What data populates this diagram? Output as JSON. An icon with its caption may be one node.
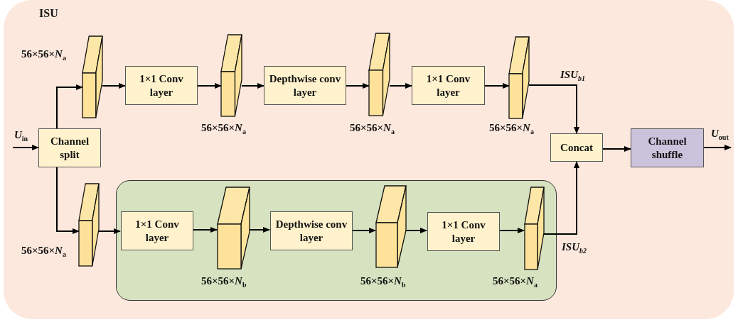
{
  "diagram": {
    "nodes": [
      {
        "text": [
          "ISU"
        ]
      },
      {
        "text": [
          "Channel split"
        ],
        "in": 0
      },
      {
        "text": [],
        "shape": "cuboid",
        "in": 0,
        "beside": [
          "56×56×*N*$_{a}$"
        ]
      },
      {
        "text": [
          "1×1 Conv layer"
        ],
        "in": 0
      },
      {
        "text": [],
        "shape": "cuboid",
        "in": 0,
        "beside": [
          "56×56×*N*$_{a}$"
        ]
      },
      {
        "text": [
          "Depthwise conv layer"
        ],
        "in": 0
      },
      {
        "text": [],
        "shape": "cuboid",
        "in": 0,
        "beside": [
          "56×56×*N*$_{a}$"
        ]
      },
      {
        "text": [
          "1×1 Conv layer"
        ],
        "in": 0
      },
      {
        "text": [],
        "shape": "cuboid",
        "in": 0,
        "beside": [
          "56×56×*N*$_{a}$"
        ]
      },
      {
        "text": [
          "Concat"
        ],
        "in": 0
      },
      {
        "text": [
          "Channel shuffle"
        ],
        "in": 0
      },
      {
        "text": [],
        "shape": "cuboid",
        "in": 0,
        "beside": [
          "56×56×*N*$_{a}$"
        ]
      },
      {
        "text": [],
        "shape": "box",
        "in": 0
      },
      {
        "text": [
          "1×1 Conv layer"
        ],
        "in": 12
      },
      {
        "text": [],
        "shape": "cuboid",
        "in": 12,
        "beside": [
          "56×56×*N*$_{b}$"
        ]
      },
      {
        "text": [
          "Depthwise conv layer"
        ],
        "in": 12
      },
      {
        "text": [],
        "shape": "cuboid",
        "in": 12,
        "beside": [
          "56×56×*N*$_{b}$"
        ]
      },
      {
        "text": [
          "1×1 Conv layer"
        ],
        "in": 12
      },
      {
        "text": [],
        "shape": "cuboid",
        "in": 12,
        "beside": [
          "56×56×*N*$_{a}$"
        ]
      }
    ],
    "edges": [
      {
        "from": null,
        "to": 1,
        "arrow": "to",
        "label": "*U*$_{in}$"
      },
      {
        "from": 1,
        "to": 2,
        "arrow": "to"
      },
      {
        "from": 2,
        "to": 3,
        "arrow": "to"
      },
      {
        "from": 3,
        "to": 4,
        "arrow": "to"
      },
      {
        "from": 4,
        "to": 5,
        "arrow": "to"
      },
      {
        "from": 5,
        "to": 6,
        "arrow": "to"
      },
      {
        "from": 6,
        "to": 7,
        "arrow": "to"
      },
      {
        "from": 7,
        "to": 8,
        "arrow": "to"
      },
      {
        "from": 8,
        "to": 9,
        "arrow": "to",
        "label": "*ISU*$_{b1}$"
      },
      {
        "from": 9,
        "to": 10,
        "arrow": "to"
      },
      {
        "from": 10,
        "to": null,
        "arrow": "to",
        "label": "*U*$_{out}$"
      },
      {
        "from": 1,
        "to": 11,
        "arrow": "to"
      },
      {
        "from": 11,
        "to": 13,
        "arrow": "to"
      },
      {
        "from": 13,
        "to": 14,
        "arrow": "to"
      },
      {
        "from": 14,
        "to": 15,
        "arrow": "to"
      },
      {
        "from": 15,
        "to": 16,
        "arrow": "to"
      },
      {
        "from": 16,
        "to": 17,
        "arrow": "to"
      },
      {
        "from": 17,
        "to": 18,
        "arrow": "to"
      },
      {
        "from": 18,
        "to": 9,
        "arrow": "to",
        "label": "*ISU*$_{b2}$"
      }
    ]
  }
}
